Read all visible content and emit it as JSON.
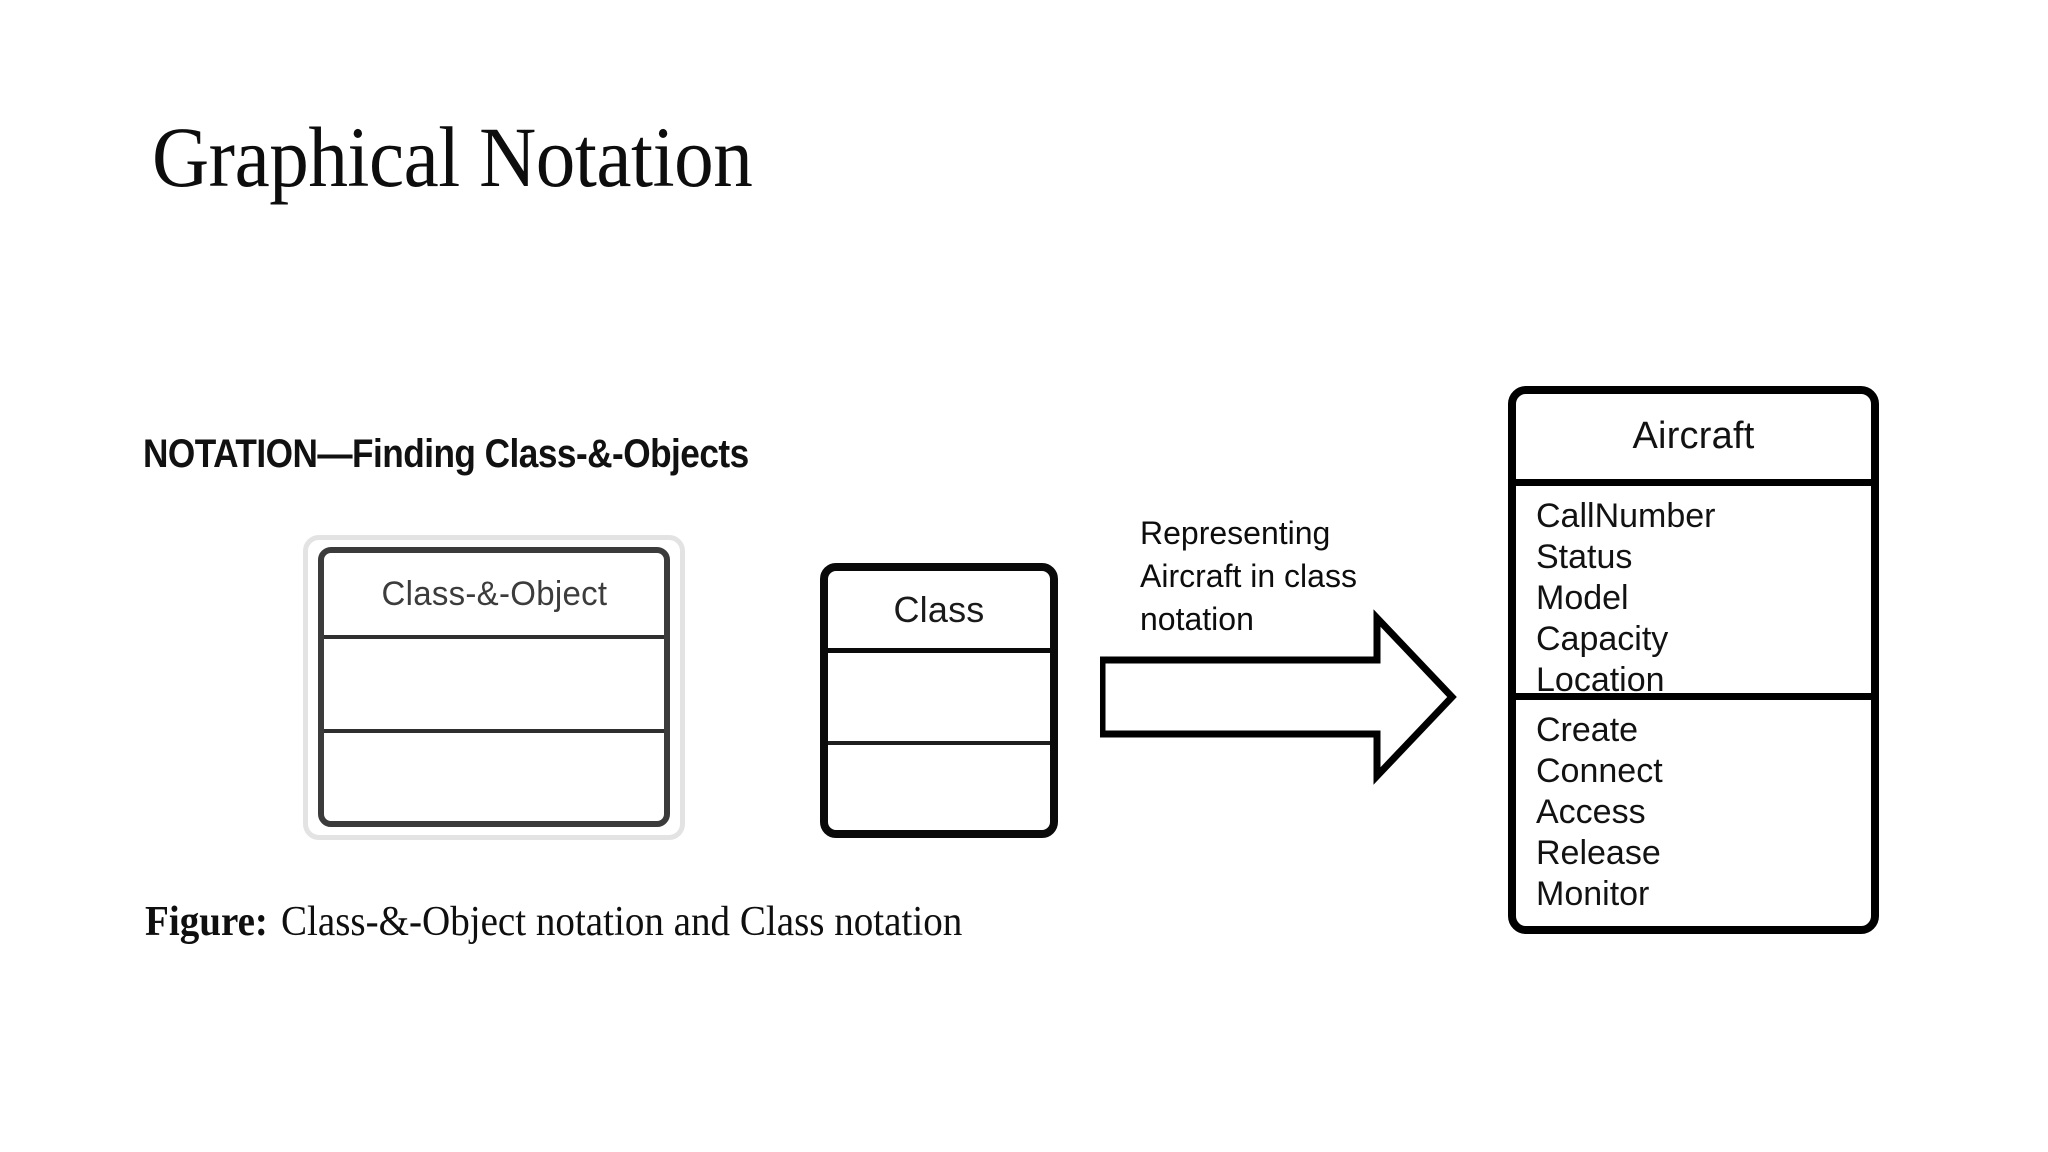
{
  "slide": {
    "title": "Graphical Notation",
    "background_color": "#ffffff",
    "ink_color": "#000000"
  },
  "scanned_figure": {
    "heading": "NOTATION—Finding Class-&-Objects",
    "caption_label": "Figure:",
    "caption_text": "Class-&-Object notation and Class notation",
    "class_object_symbol": {
      "name": "Class-&-Object",
      "attributes": [],
      "methods": [],
      "outer_border_color": "#e3e3e3",
      "inner_border_color": "#3b3b3b"
    },
    "class_symbol": {
      "name": "Class",
      "attributes": [],
      "methods": [],
      "border_color": "#0a0a0a"
    }
  },
  "annotation": {
    "lines": [
      "Representing",
      "Aircraft in class",
      "notation"
    ],
    "arrow_icon": "right-block-arrow-icon",
    "arrow_direction": "right",
    "arrow_fill": "#ffffff",
    "arrow_stroke": "#000000"
  },
  "aircraft_class": {
    "name": "Aircraft",
    "attributes": [
      "CallNumber",
      "Status",
      "Model",
      "Capacity",
      "Location"
    ],
    "methods": [
      "Create",
      "Connect",
      "Access",
      "Release",
      "Monitor"
    ],
    "border_color": "#000000"
  }
}
